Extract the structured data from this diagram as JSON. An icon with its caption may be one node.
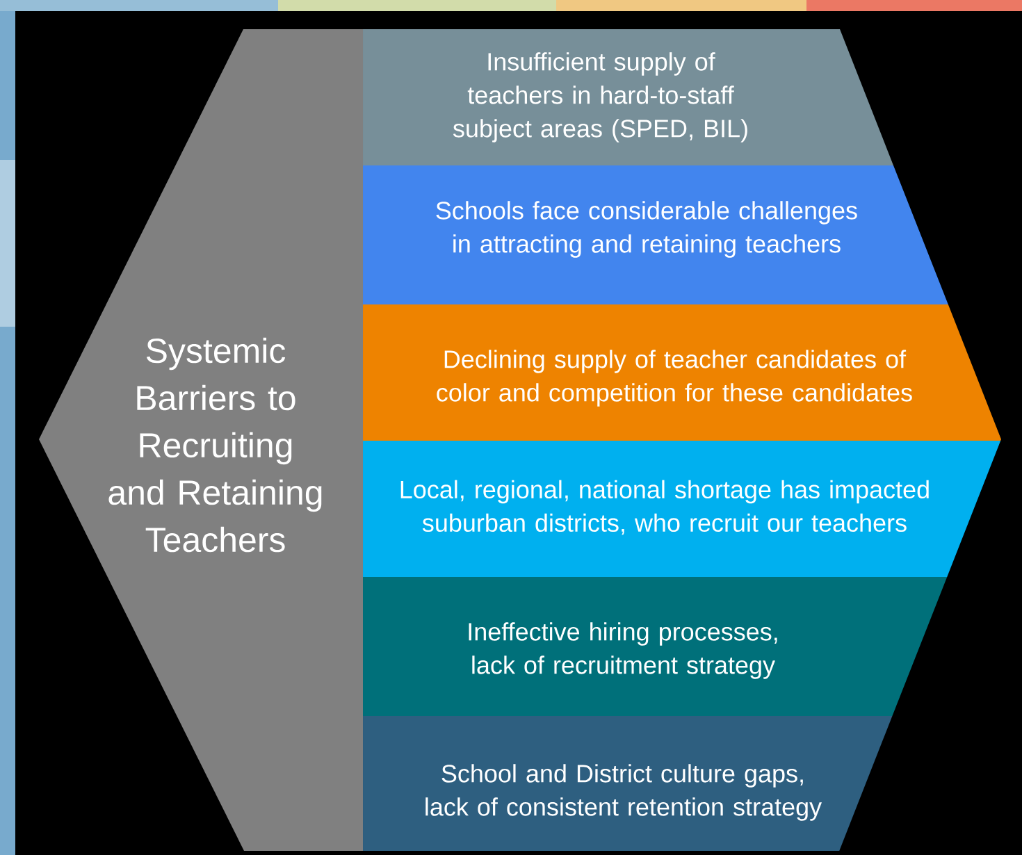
{
  "diagram": {
    "nodes": [
      {
        "text": [
          "Systemic Barriers to Recruiting and Retaining Teachers"
        ]
      },
      {
        "text": [
          "Insufficient supply of teachers in hard-to-staff subject areas (SPED, BIL)"
        ]
      },
      {
        "text": [
          "Schools face considerable challenges in attracting and retaining teachers"
        ]
      },
      {
        "text": [
          "Declining supply of teacher candidates of color and competition for these candidates"
        ]
      },
      {
        "text": [
          "Local, regional, national shortage has impacted suburban districts, who recruit our teachers"
        ]
      },
      {
        "text": [
          "Ineffective hiring processes, lack of recruitment strategy"
        ]
      },
      {
        "text": [
          "School and District culture gaps, lack of consistent retention strategy"
        ]
      }
    ]
  }
}
